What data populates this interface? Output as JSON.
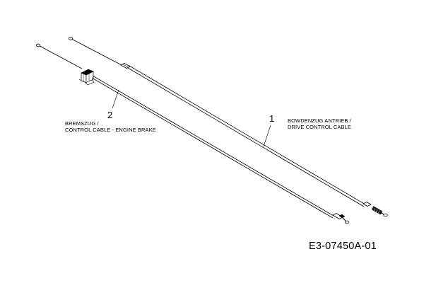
{
  "parts": [
    {
      "number": "1",
      "label_de": "BOWDENZUG ANTRIEB /",
      "label_en": "DRIVE CONTROL CABLE"
    },
    {
      "number": "2",
      "label_de": "BREMSZUG /",
      "label_en": "CONTROL CABLE - ENGINE BRAKE"
    }
  ],
  "drawing_id": "E3-07450A-01"
}
